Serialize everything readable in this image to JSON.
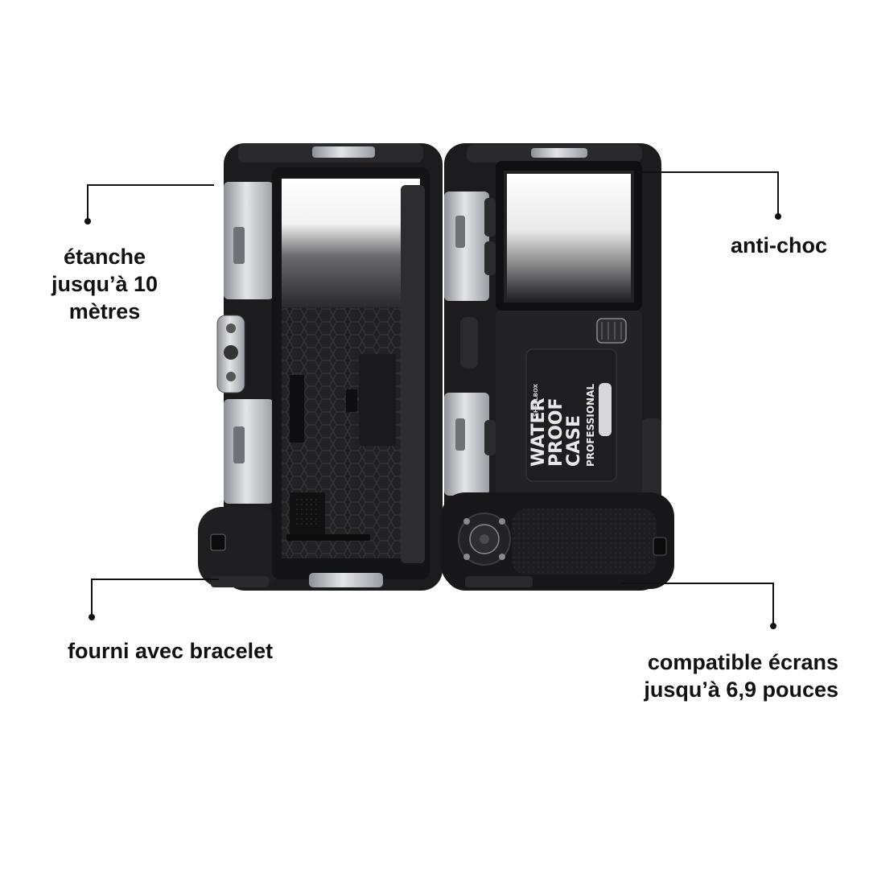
{
  "callouts": {
    "waterproof": {
      "line1": "étanche",
      "line2": "jusqu’à 10",
      "line3": "mètres"
    },
    "shockproof": {
      "text": "anti-choc"
    },
    "strap": {
      "text": "fourni avec bracelet"
    },
    "screens": {
      "line1": "compatible écrans",
      "line2": "jusqu’à 6,9 pouces"
    }
  },
  "product": {
    "case_print": {
      "line1": "WATER",
      "line2": "PROOF",
      "line3": "CASE",
      "line4": "PROFESSIONAL",
      "brand": "SHELLBOX"
    }
  },
  "colors": {
    "text": "#111111",
    "case_black": "#1c1c1e",
    "case_silver": "#b9bcc0",
    "background": "#ffffff"
  }
}
